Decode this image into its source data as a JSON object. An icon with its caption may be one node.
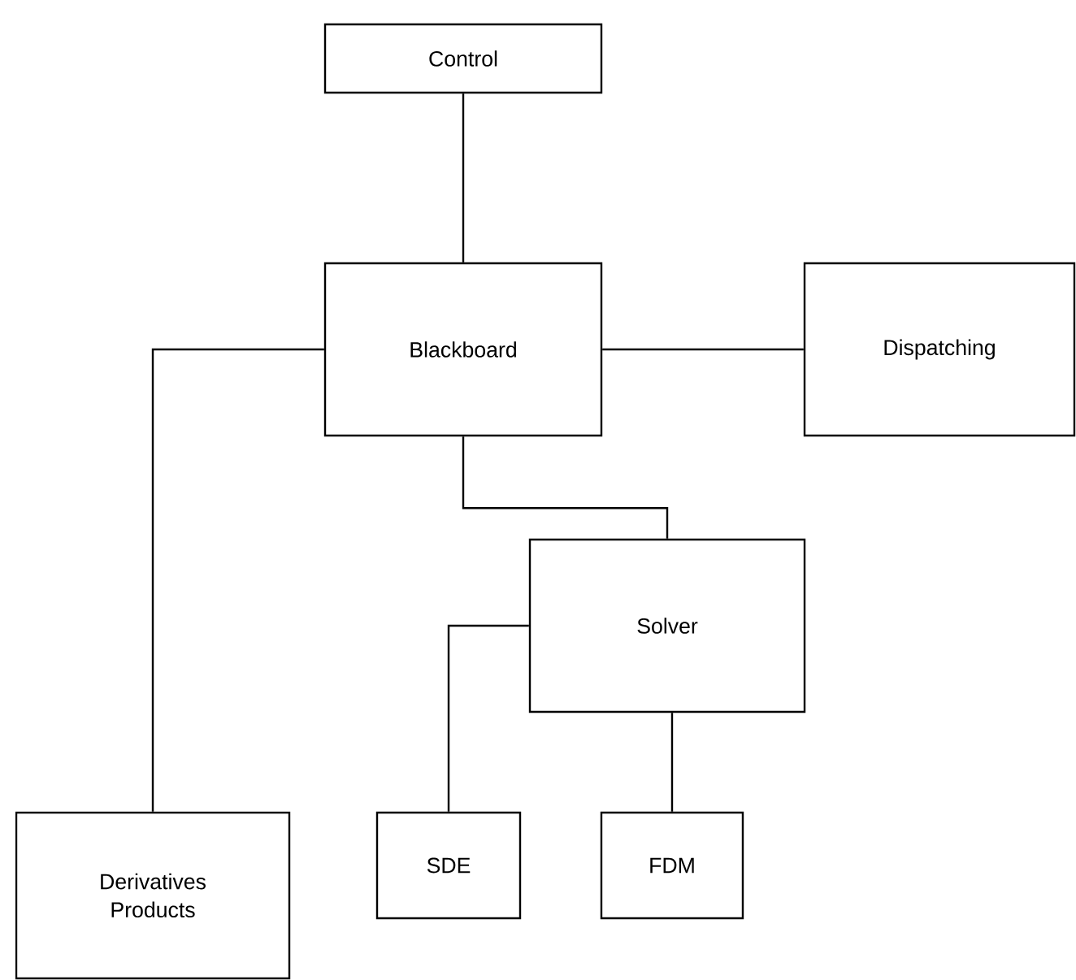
{
  "diagram": {
    "nodes": [
      {
        "text": [
          "Control"
        ]
      },
      {
        "text": [
          "Blackboard"
        ]
      },
      {
        "text": [
          "Dispatching"
        ]
      },
      {
        "text": [
          "Solver"
        ]
      },
      {
        "text": [
          "SDE"
        ]
      },
      {
        "text": [
          "FDM"
        ]
      },
      {
        "text": [
          "Derivatives Products"
        ]
      }
    ],
    "edges": [
      {
        "from": 0,
        "to": 1,
        "arrow": "none"
      },
      {
        "from": 1,
        "to": 2,
        "arrow": "none"
      },
      {
        "from": 1,
        "to": 6,
        "arrow": "none"
      },
      {
        "from": 1,
        "to": 3,
        "arrow": "none"
      },
      {
        "from": 3,
        "to": 4,
        "arrow": "none"
      },
      {
        "from": 3,
        "to": 5,
        "arrow": "none"
      }
    ]
  }
}
